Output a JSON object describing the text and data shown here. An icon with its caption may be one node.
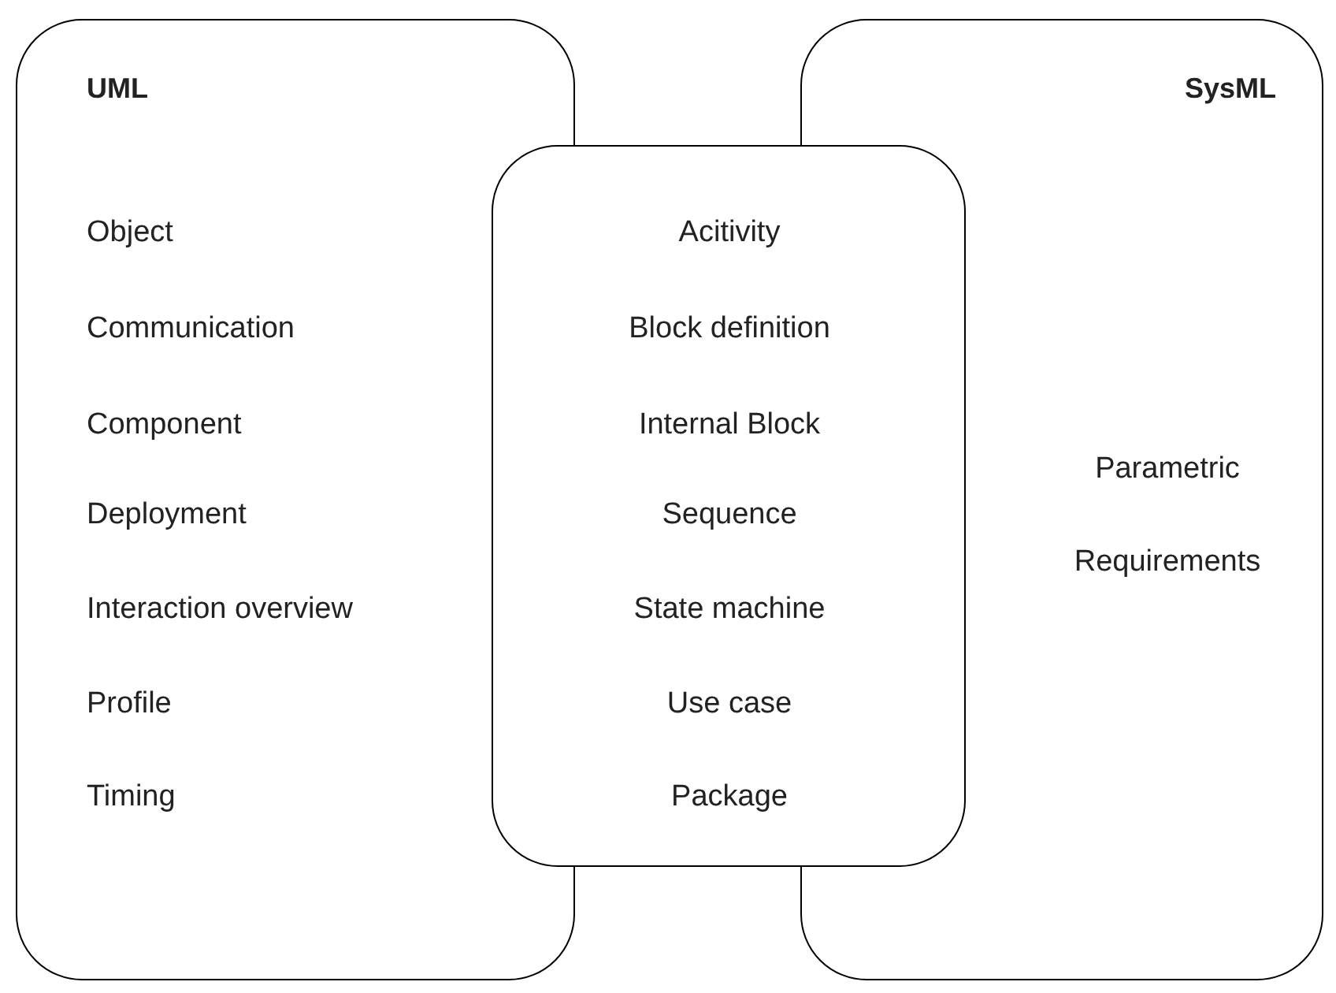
{
  "diagram": {
    "nodes": [
      {
        "text": [
          "UML",
          "Object",
          "Communication",
          "Component",
          "Deployment",
          "Interaction overview",
          "Profile",
          "Timing"
        ]
      },
      {
        "text": [
          "Acitivity",
          "Block definition",
          "Internal Block",
          "Sequence",
          "State machine",
          "Use case",
          "Package"
        ]
      },
      {
        "text": [
          "SysML",
          "Parametric",
          "Requirements"
        ]
      }
    ]
  }
}
